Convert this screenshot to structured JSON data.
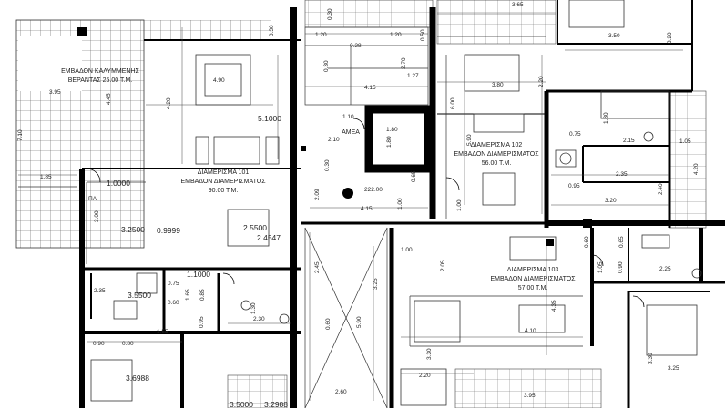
{
  "plan": {
    "veranda": {
      "line1": "ΕΜΒΑΔΟΝ ΚΑΛΥΜΜΕΝΗΣ",
      "line2": "ΒΕΡΑΝΤΑΣ 25.00 Τ.Μ."
    },
    "apt101": {
      "line1": "ΔΙΑΜΕΡΙΣΜΑ 101",
      "line2": "ΕΜΒΑΔΟΝ ΔΙΑΜΕΡΙΣΜΑΤΟΣ",
      "line3": "90.00 Τ.Μ."
    },
    "apt102": {
      "line1": "ΔΙΑΜΕΡΙΣΜΑ 102",
      "line2": "ΕΜΒΑΔΟΝ ΔΙΑΜΕΡΙΣΜΑΤΟΣ",
      "line3": "56.00 Τ.Μ."
    },
    "apt103": {
      "line1": "ΔΙΑΜΕΡΙΣΜΑ 103",
      "line2": "ΕΜΒΑΔΟΝ ΔΙΑΜΕΡΙΣΜΑΤΟΣ",
      "line3": "57.00 Τ.Μ."
    },
    "amea": "ΑΜΕΑ",
    "pa": "ΠΑ",
    "level": "222.00",
    "dims": {
      "d365": "3.65",
      "d350": "3.50",
      "d320a": "3.20",
      "d030a": "0.30",
      "d050": "0.50",
      "d120a": "1.20",
      "d028": "0.28",
      "d120b": "1.20",
      "d030b": "0.30",
      "d270": "2.70",
      "d127": "1.27",
      "d415a": "4.15",
      "d490": "4.90",
      "d395": "3.95",
      "d445": "4.45",
      "d420a": "4.20",
      "d5100": "5.1000",
      "d710": "7.10",
      "d185": "1.85",
      "d110a": "1.10",
      "d180": "1.80",
      "d210": "2.10",
      "d600": "6.00",
      "d380": "3.80",
      "d590": "5.90",
      "d220": "2.20",
      "d180b": "1.80",
      "d075": "0.75",
      "d215": "2.15",
      "d105": "1.05",
      "d420b": "4.20",
      "d235": "2.35",
      "d240": "2.40",
      "d095a": "0.95",
      "d320b": "3.20",
      "d1000a": "1.0000",
      "d300": "3.00",
      "d209": "2.09",
      "d415b": "4.15",
      "d065": "0.65",
      "d030c": "0.30",
      "d100a": "1.00",
      "d100b": "1.00",
      "d3250": "3.2500",
      "d09999": "0.9999",
      "d2550": "2.5500",
      "d24547": "2.4547",
      "d245": "2.45",
      "d205": "2.05",
      "d100c": "1.00",
      "d060a": "0.60",
      "d065b": "0.65",
      "d090": "0.90",
      "d225": "2.25",
      "d105b": "1.05",
      "d1100": "1.1000",
      "d235b": "2.35",
      "d3550": "3.5500",
      "d075b": "0.75",
      "d060b": "0.60",
      "d165": "1.65",
      "d085": "0.85",
      "d095b": "0.95",
      "d130": "1.30",
      "d230": "2.30",
      "d325a": "3.25",
      "d060c": "0.60",
      "d590b": "5.90",
      "d435": "4.35",
      "d410": "4.10",
      "d090b": "0.90",
      "d080": "0.80",
      "d155": "1.55",
      "d36988": "3.6988",
      "d330": "3.30",
      "d220b": "2.20",
      "d325b": "3.25",
      "d330b": "3.30",
      "d35000": "3.5000",
      "d32988": "3.2988",
      "d260": "2.60",
      "d395b": "3.95"
    }
  }
}
